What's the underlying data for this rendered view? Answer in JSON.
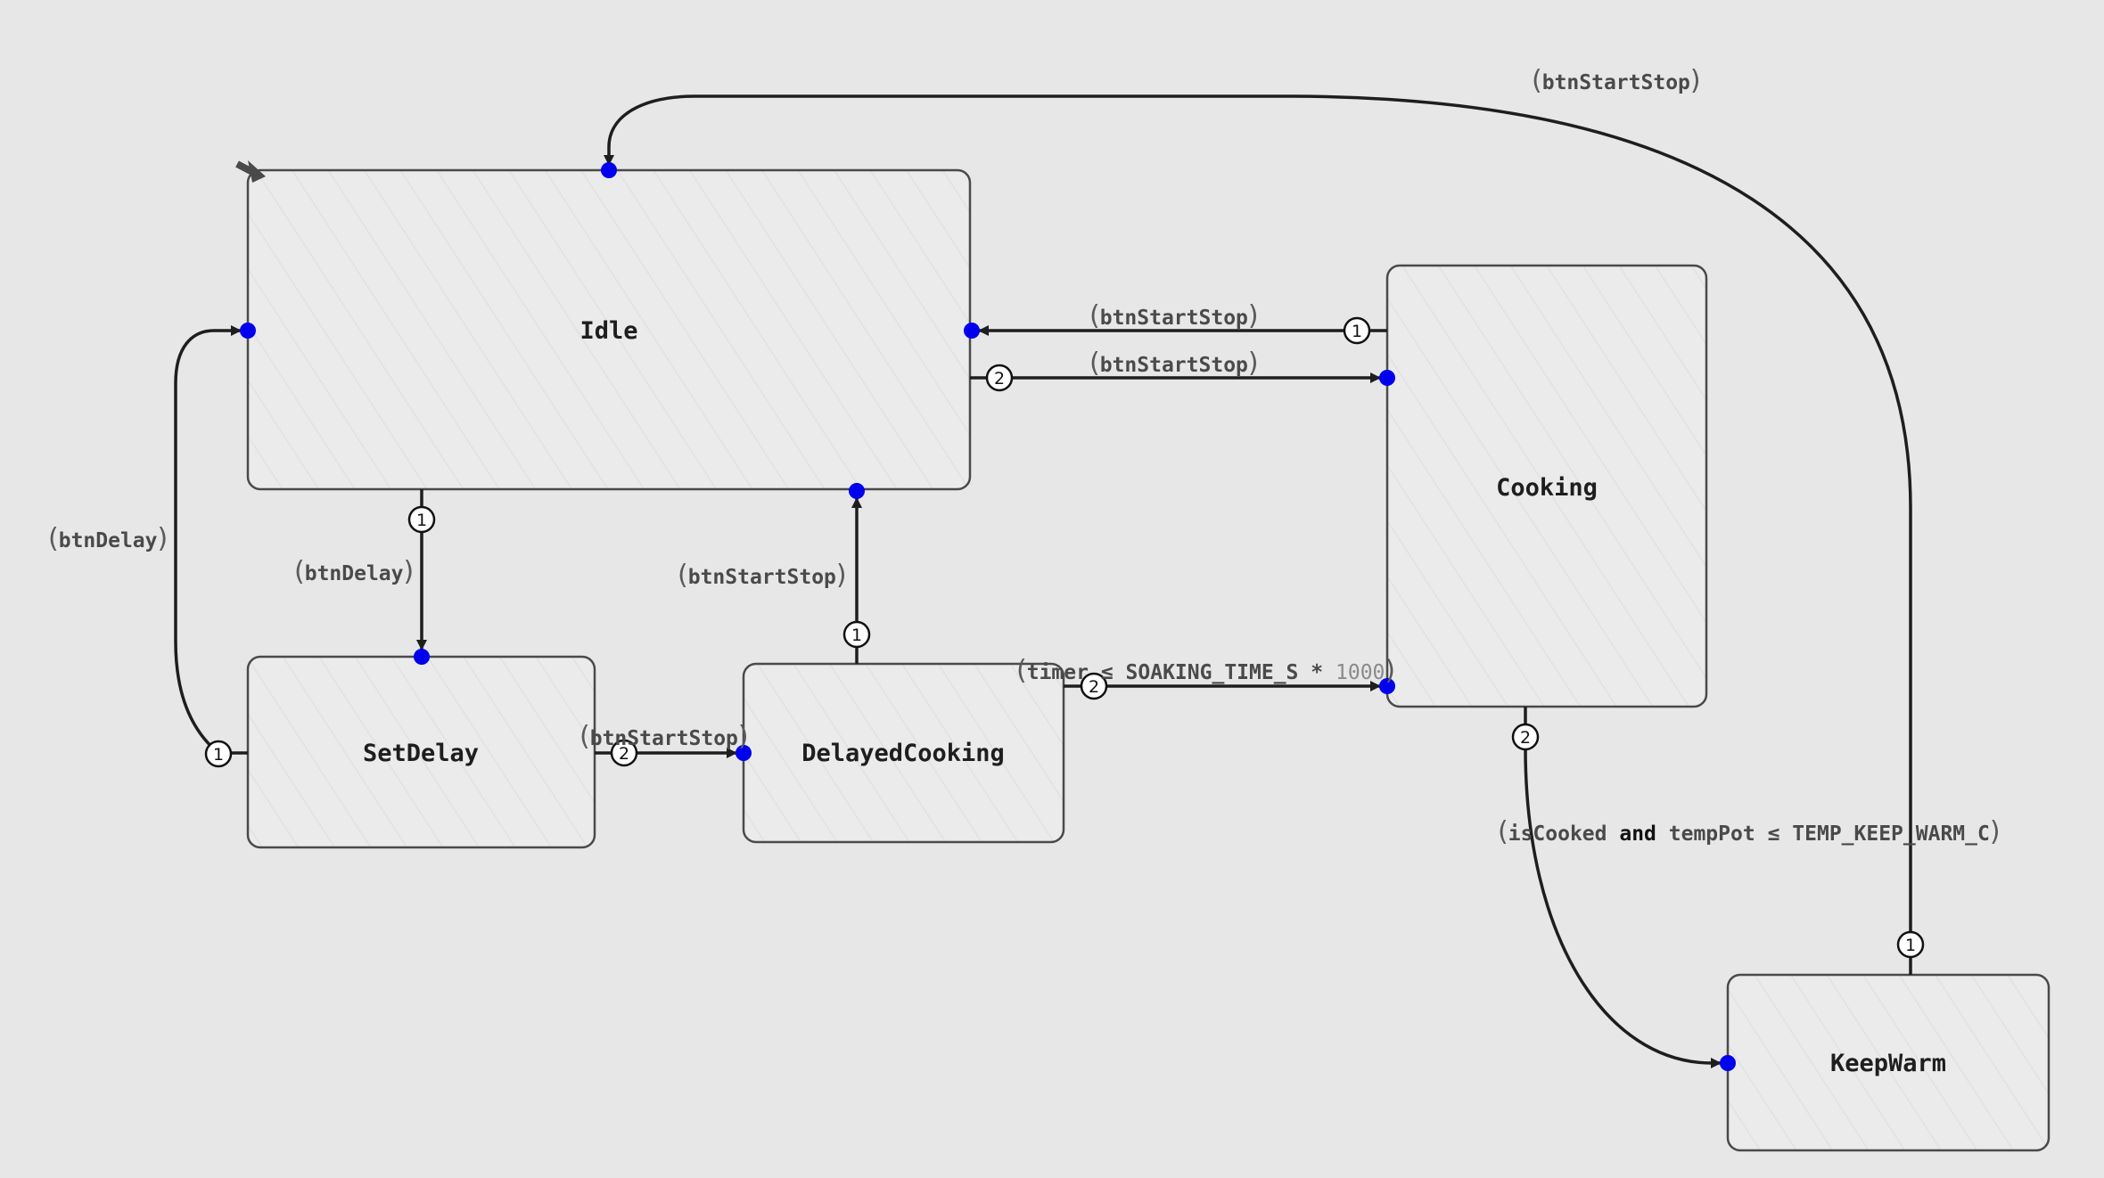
{
  "diagram": {
    "type": "statechart",
    "initial_state": "Idle",
    "colors": {
      "background": "#e7e7e7",
      "state_fill": "#ebebeb",
      "state_border": "#4a4a4a",
      "edge": "#1e1e1e",
      "port": "#0000ee",
      "guard_text": "#4a4a4a"
    },
    "states": [
      {
        "id": "idle",
        "name": "Idle"
      },
      {
        "id": "setdelay",
        "name": "SetDelay"
      },
      {
        "id": "delayedcooking",
        "name": "DelayedCooking"
      },
      {
        "id": "cooking",
        "name": "Cooking"
      },
      {
        "id": "keepwarm",
        "name": "KeepWarm"
      }
    ],
    "transitions": [
      {
        "id": "keepwarm-idle",
        "from": "KeepWarm",
        "to": "Idle",
        "priority": "1",
        "guard": "btnStartStop"
      },
      {
        "id": "cooking-idle",
        "from": "Cooking",
        "to": "Idle",
        "priority": "1",
        "guard": "btnStartStop"
      },
      {
        "id": "idle-cooking",
        "from": "Idle",
        "to": "Cooking",
        "priority": "2",
        "guard": "btnStartStop"
      },
      {
        "id": "idle-setdelay",
        "from": "Idle",
        "to": "SetDelay",
        "priority": "1",
        "guard": "btnDelay"
      },
      {
        "id": "setdelay-idle",
        "from": "SetDelay",
        "to": "Idle",
        "priority": "1",
        "guard": "btnDelay"
      },
      {
        "id": "setdelay-delayedcooking",
        "from": "SetDelay",
        "to": "DelayedCooking",
        "priority": "2",
        "guard": "btnStartStop"
      },
      {
        "id": "delayedcooking-idle",
        "from": "DelayedCooking",
        "to": "Idle",
        "priority": "1",
        "guard": "btnStartStop"
      },
      {
        "id": "delayedcooking-cooking",
        "from": "DelayedCooking",
        "to": "Cooking",
        "priority": "2",
        "guard_parts": {
          "lhs": "timer",
          "op": "≤",
          "rhs": "SOAKING_TIME_S",
          "mul": "*",
          "num": "1000"
        }
      },
      {
        "id": "cooking-keepwarm",
        "from": "Cooking",
        "to": "KeepWarm",
        "priority": "2",
        "guard_parts": {
          "a": "isCooked",
          "kw": "and",
          "b": "tempPot",
          "op": "≤",
          "c": "TEMP_KEEP_WARM_C"
        }
      }
    ],
    "paren_open": "(",
    "paren_close": ")"
  }
}
